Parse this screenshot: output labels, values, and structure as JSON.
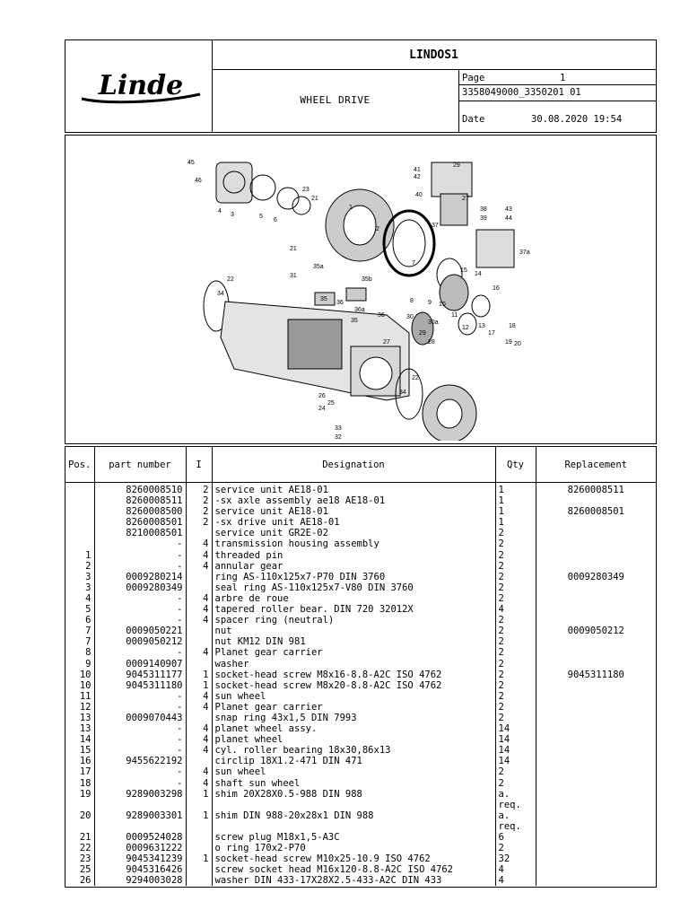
{
  "header": {
    "brand": "Linde",
    "doc_code": "LINDOS1",
    "title": "WHEEL DRIVE",
    "page_label": "Page",
    "page_number": "1",
    "doc_number": "3358049000_3350201 01",
    "date_label": "Date",
    "date_value": "30.08.2020  19:54"
  },
  "diagram_labels": [
    "45",
    "46",
    "4",
    "3",
    "5",
    "6",
    "23",
    "21",
    "1",
    "21",
    "2",
    "41",
    "42",
    "29",
    "40",
    "27",
    "38",
    "39",
    "43",
    "44",
    "37",
    "37a",
    "22",
    "31",
    "35a",
    "35b",
    "35",
    "36",
    "36a",
    "34",
    "35",
    "36",
    "30",
    "30a",
    "29",
    "28",
    "7",
    "8",
    "9",
    "10",
    "11",
    "15",
    "14",
    "16",
    "12",
    "13",
    "17",
    "18",
    "19",
    "20",
    "22",
    "34",
    "26",
    "25",
    "24",
    "33",
    "32"
  ],
  "table": {
    "columns": [
      "Pos.",
      "part number",
      "I",
      "Designation",
      "Qty",
      "Replacement"
    ],
    "rows": [
      [
        "",
        "8260008510",
        "2",
        "service unit AE18-01",
        "1",
        "8260008511"
      ],
      [
        "",
        "8260008511",
        "2",
        "-sx axle assembly ae18 AE18-01",
        "1",
        ""
      ],
      [
        "",
        "8260008500",
        "2",
        "service unit AE18-01",
        "1",
        "8260008501"
      ],
      [
        "",
        "8260008501",
        "2",
        "-sx drive unit AE18-01",
        "1",
        ""
      ],
      [
        "",
        "8210008501",
        "",
        "service unit GR2E-02",
        "2",
        ""
      ],
      [
        "",
        "-",
        "4",
        "transmission housing assembly",
        "2",
        ""
      ],
      [
        "1",
        "-",
        "4",
        "threaded pin",
        "2",
        ""
      ],
      [
        "2",
        "-",
        "4",
        "annular gear",
        "2",
        ""
      ],
      [
        "3",
        "0009280214",
        "",
        "ring AS-110x125x7-P70  DIN 3760",
        "2",
        "0009280349"
      ],
      [
        "3",
        "0009280349",
        "",
        "seal ring AS-110x125x7-V80  DIN 3760",
        "2",
        ""
      ],
      [
        "4",
        "-",
        "4",
        "arbre de roue",
        "2",
        ""
      ],
      [
        "5",
        "-",
        "4",
        "tapered roller bear. DIN 720 32012X",
        "4",
        ""
      ],
      [
        "6",
        "-",
        "4",
        "spacer ring (neutral)",
        "2",
        ""
      ],
      [
        "7",
        "0009050221",
        "",
        "nut",
        "2",
        "0009050212"
      ],
      [
        "7",
        "0009050212",
        "",
        "nut KM12  DIN 981",
        "2",
        ""
      ],
      [
        "8",
        "-",
        "4",
        "Planet gear carrier",
        "2",
        ""
      ],
      [
        "9",
        "0009140907",
        "",
        "washer",
        "2",
        ""
      ],
      [
        "10",
        "9045311177",
        "1",
        "socket-head screw M8x16-8.8-A2C  ISO 4762",
        "2",
        "9045311180"
      ],
      [
        "10",
        "9045311180",
        "1",
        "socket-head screw M8x20-8.8-A2C  ISO 4762",
        "2",
        ""
      ],
      [
        "11",
        "-",
        "4",
        "sun wheel",
        "2",
        ""
      ],
      [
        "12",
        "-",
        "4",
        "Planet gear carrier",
        "2",
        ""
      ],
      [
        "13",
        "0009070443",
        "",
        "snap ring 43x1,5  DIN 7993",
        "2",
        ""
      ],
      [
        "13",
        "-",
        "4",
        "planet wheel assy.",
        "14",
        ""
      ],
      [
        "14",
        "-",
        "4",
        "planet wheel",
        "14",
        ""
      ],
      [
        "15",
        "-",
        "4",
        "cyl. roller bearing 18x30,86x13",
        "14",
        ""
      ],
      [
        "16",
        "9455622192",
        "",
        "circlip 18X1.2-471  DIN 471",
        "14",
        ""
      ],
      [
        "17",
        "-",
        "4",
        "sun wheel",
        "2",
        ""
      ],
      [
        "18",
        "-",
        "4",
        "shaft sun wheel",
        "2",
        ""
      ],
      [
        "19",
        "9289003298",
        "1",
        "shim 20X28X0.5-988  DIN 988",
        "a.",
        ""
      ],
      [
        "",
        "",
        "",
        "",
        "req.",
        ""
      ],
      [
        "20",
        "9289003301",
        "1",
        "shim DIN 988-20x28x1  DIN 988",
        "a.",
        ""
      ],
      [
        "",
        "",
        "",
        "",
        "req.",
        ""
      ],
      [
        "21",
        "0009524028",
        "",
        "screw plug M18x1,5-A3C",
        "6",
        ""
      ],
      [
        "22",
        "0009631222",
        "",
        "o ring 170x2-P70",
        "2",
        ""
      ],
      [
        "23",
        "9045341239",
        "1",
        "socket-head screw M10x25-10.9  ISO 4762",
        "32",
        ""
      ],
      [
        "25",
        "9045316426",
        "",
        "screw socket head M16x120-8.8-A2C  ISO 4762",
        "4",
        ""
      ],
      [
        "26",
        "9294003028",
        "",
        "washer DIN 433-17X28X2.5-433-A2C  DIN 433",
        "4",
        ""
      ]
    ]
  }
}
